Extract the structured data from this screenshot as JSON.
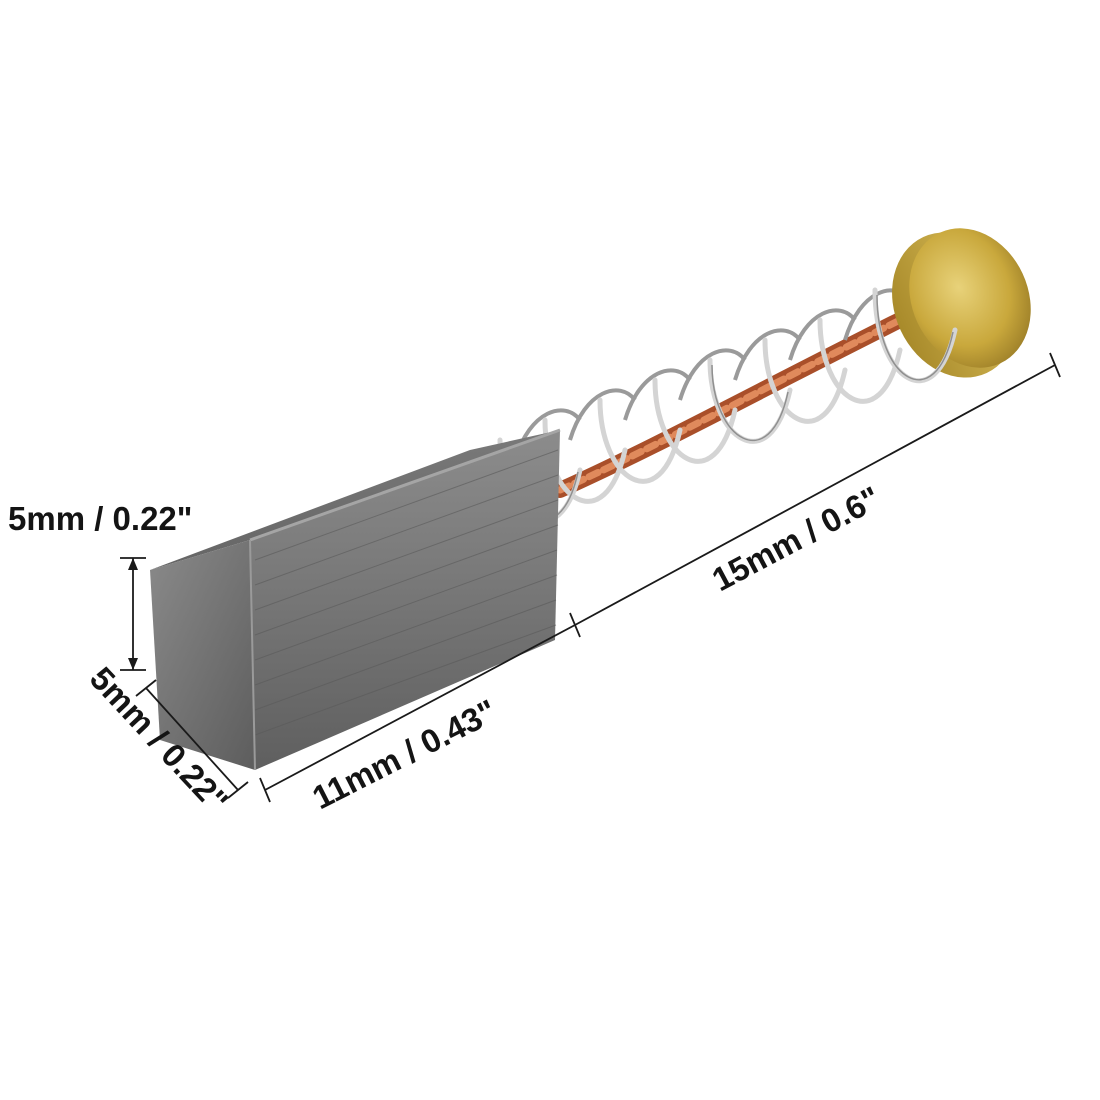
{
  "product": {
    "name": "carbon-brush-with-spring"
  },
  "dimensions": {
    "height": "5mm / 0.22\"",
    "width": "5mm / 0.22\"",
    "body_length": "11mm / 0.43\"",
    "spring_length": "15mm / 0.6\""
  },
  "colors": {
    "carbon_body": "#6f6f6f",
    "spring": "#c8c8c8",
    "copper_wire": "#c8643a",
    "brass_cap": "#c9a83c",
    "dimension_line": "#1a1a1a",
    "background": "#ffffff"
  }
}
